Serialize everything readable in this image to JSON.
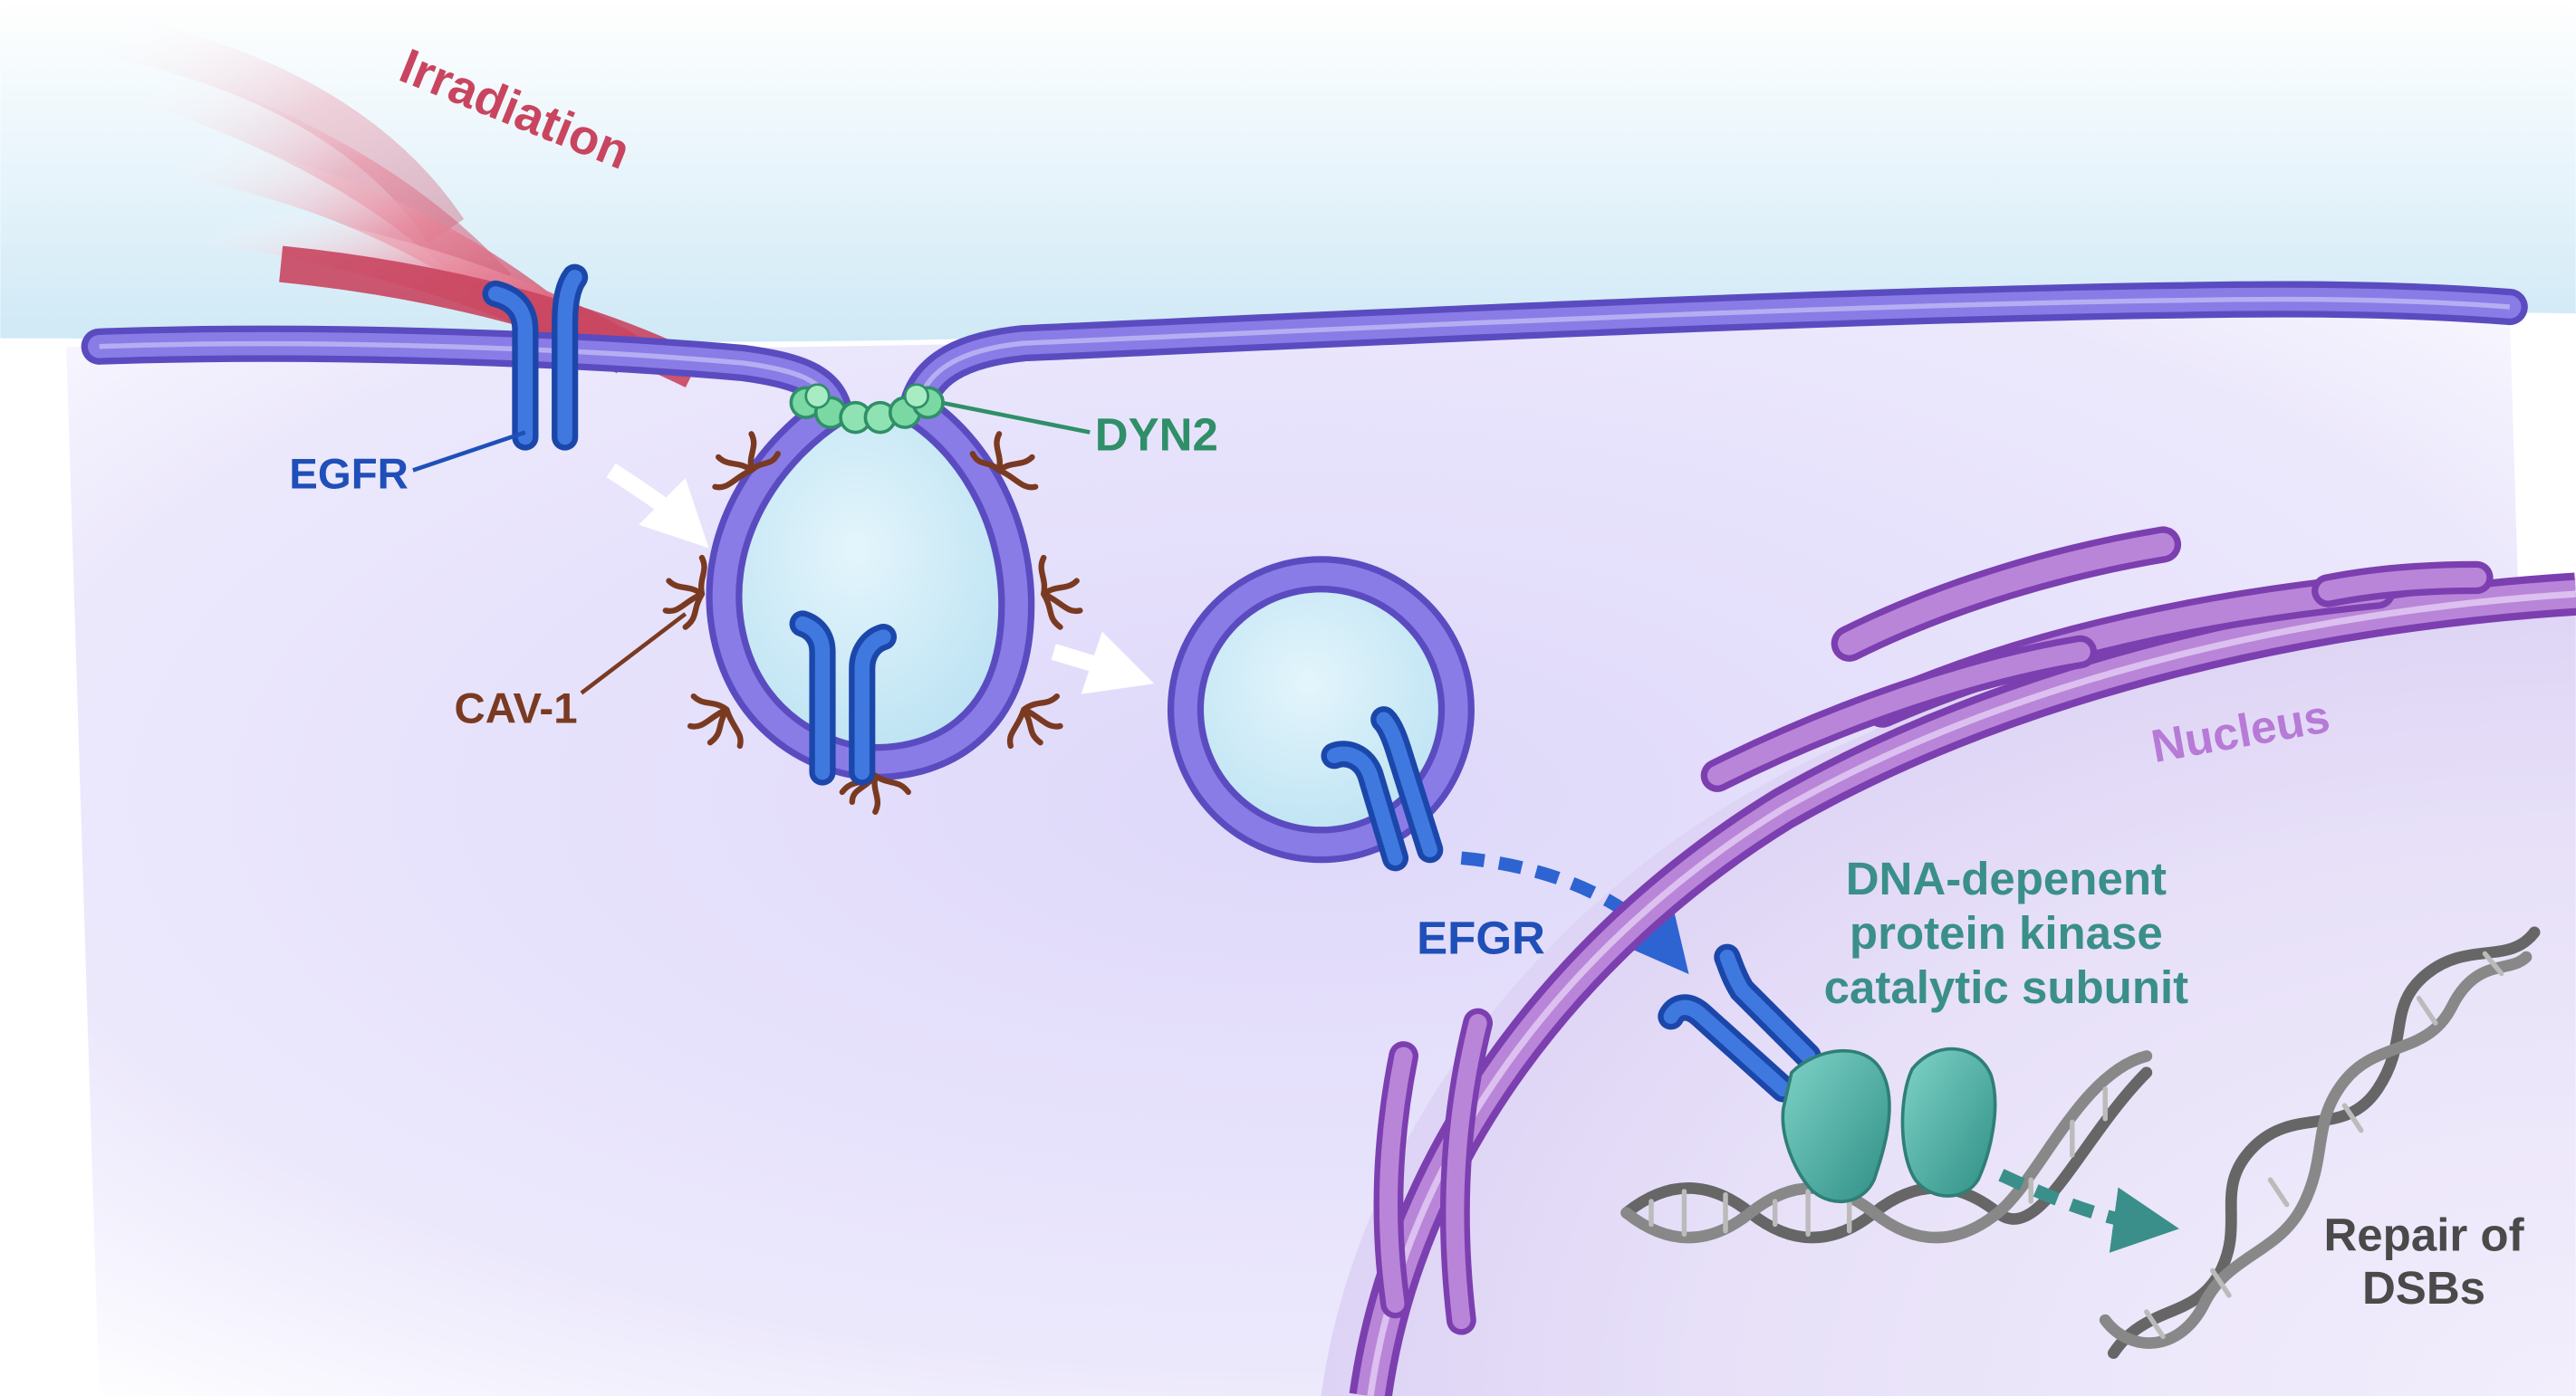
{
  "labels": {
    "irradiation": "Irradiation",
    "egfr": "EGFR",
    "dyn2": "DYN2",
    "cav1": "CAV-1",
    "efgr": "EFGR",
    "nucleus": "Nucleus",
    "dnapk_line1": "DNA-depenent",
    "dnapk_line2": "protein kinase",
    "dnapk_line3": "catalytic subunit",
    "repair_line1": "Repair of",
    "repair_line2": "DSBs"
  },
  "colors": {
    "irradiation": "#c9455f",
    "egfr": "#1f4fb8",
    "receptor": "#2d64d2",
    "dyn2": "#2f8f68",
    "dyn2_bead": "#7ad8a2",
    "cav1": "#7a3a22",
    "membrane": "#8a7ce6",
    "membrane_dark": "#5a4cc0",
    "vesicle_fill": "#cfeaf7",
    "nucleus": "#a061c6",
    "nucleus_text": "#b77ad6",
    "dnapk": "#3a8f8a",
    "dnapk_shape": "#55b8ad",
    "dna": "#777777",
    "repair_text": "#4a4a4a",
    "cytoplasm": "#e6e1fb",
    "extracellular": "#d8eef8"
  }
}
